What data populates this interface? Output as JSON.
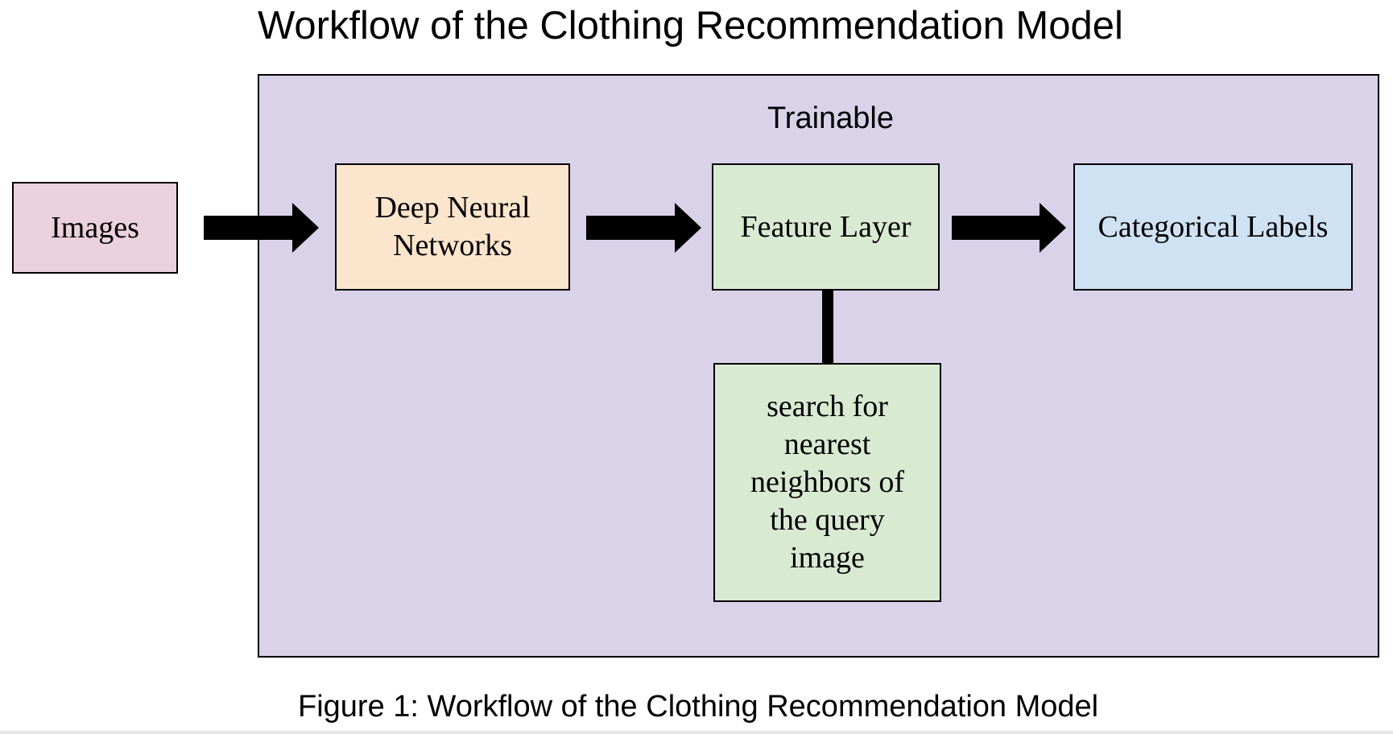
{
  "title": "Workflow of the Clothing Recommendation Model",
  "caption": "Figure 1: Workflow of the Clothing Recommendation Model",
  "container": {
    "label": "Trainable",
    "color": "#d9d2e9"
  },
  "nodes": {
    "images": {
      "label": "Images",
      "color": "#ead1dc"
    },
    "dnn": {
      "label_line1": "Deep Neural",
      "label_line2": "Networks",
      "color": "#fce5cd"
    },
    "feature": {
      "label": "Feature Layer",
      "color": "#d9ead3"
    },
    "labels": {
      "label": "Categorical Labels",
      "color": "#cfe2f3"
    },
    "search": {
      "lines": [
        "search for",
        "nearest",
        "neighbors of",
        "the query",
        "image"
      ],
      "color": "#d9ead3"
    }
  },
  "edges": [
    {
      "from": "images",
      "to": "dnn",
      "style": "block-arrow"
    },
    {
      "from": "dnn",
      "to": "feature",
      "style": "block-arrow"
    },
    {
      "from": "feature",
      "to": "labels",
      "style": "block-arrow"
    },
    {
      "from": "feature",
      "to": "search",
      "style": "thick-line"
    }
  ]
}
